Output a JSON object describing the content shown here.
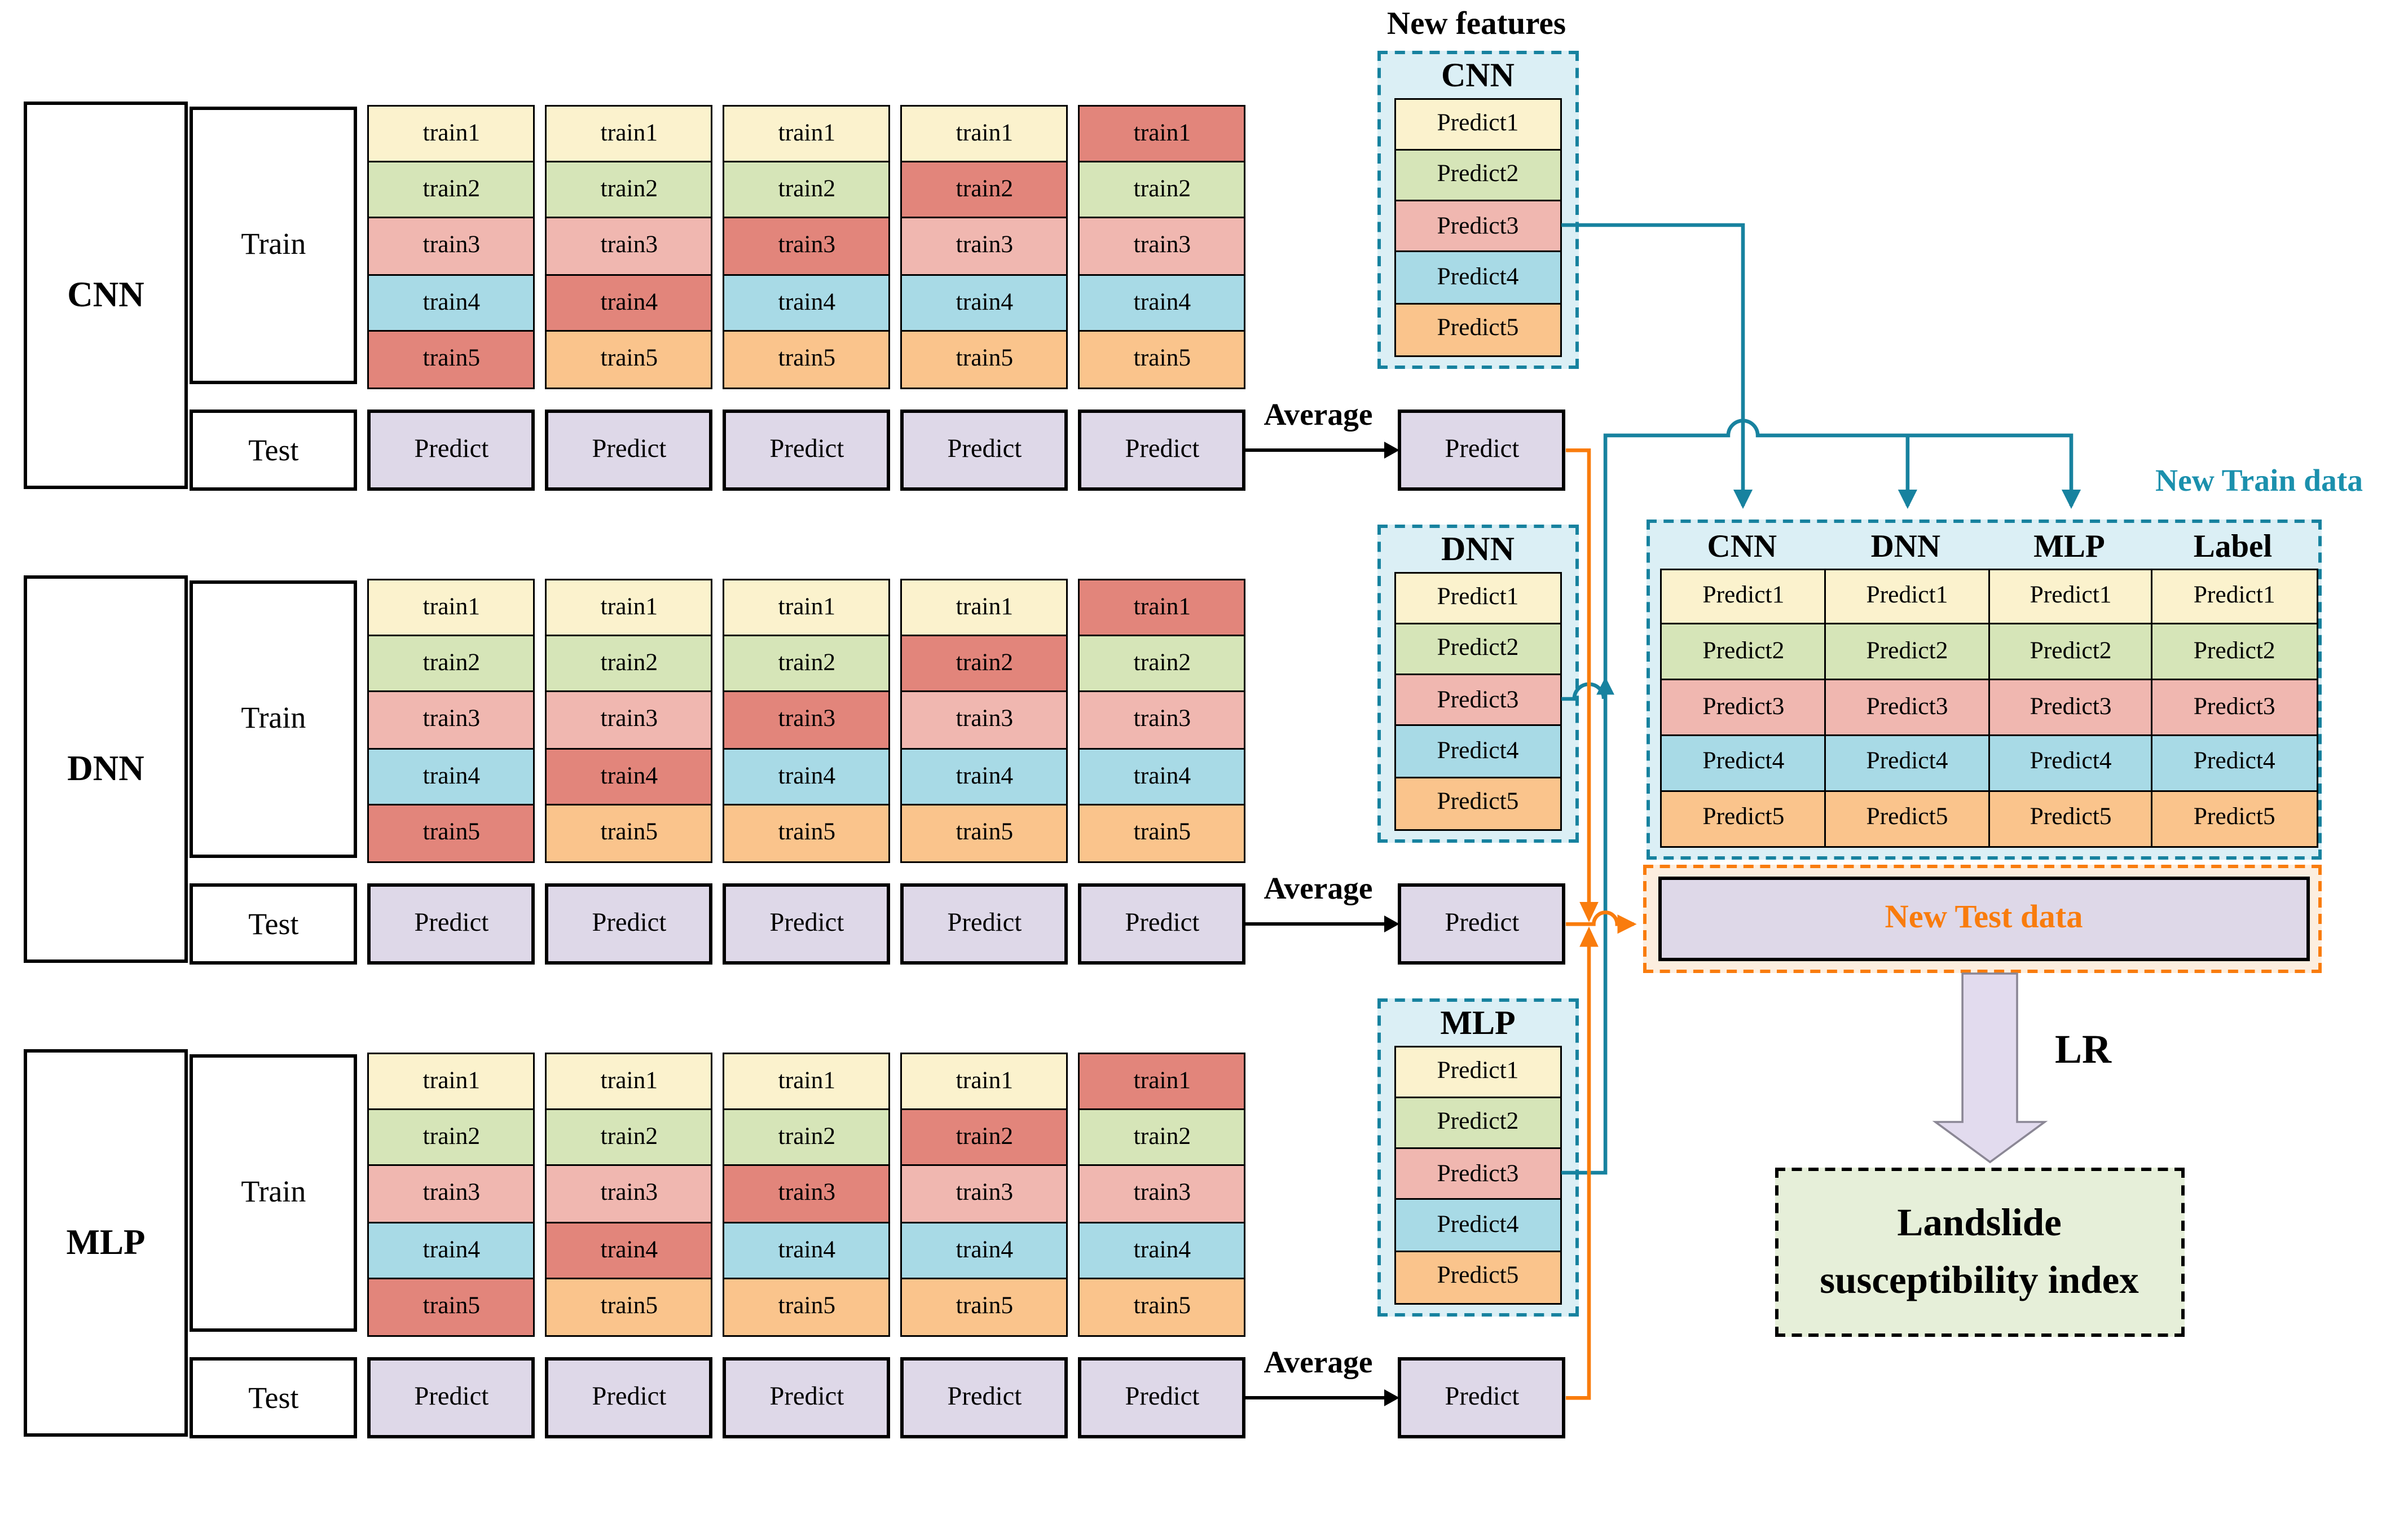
{
  "colors": {
    "teal_line": "#17829F",
    "teal_text": "#1B90AD",
    "orange": "#F97C0D",
    "panel_fill": "#DBEFF5",
    "predict_purple": "#DED8E8",
    "new_test_outer_fill": "#FCEEDF",
    "landslide_fill": "#E6EFD9",
    "lr_arrow_fill": "#E2DBEE",
    "lr_arrow_stroke": "#8B8795",
    "fold1": "#FBF2CD",
    "fold2": "#D6E5B8",
    "fold3": "#F0B7B0",
    "fold4": "#A8DAE6",
    "fold5": "#FAC48C",
    "fold_highlight": "#E2857B"
  },
  "average_label": "Average",
  "predict_label": "Predict",
  "predict_row_plain": [
    "Predict",
    "Predict",
    "Predict",
    "Predict",
    "Predict"
  ],
  "models": [
    {
      "name": "CNN",
      "train_label": "Train",
      "test_label": "Test"
    },
    {
      "name": "DNN",
      "train_label": "Train",
      "test_label": "Test"
    },
    {
      "name": "MLP",
      "train_label": "Train",
      "test_label": "Test"
    }
  ],
  "fold_columns": [
    {
      "cells": [
        {
          "label": "train1",
          "color": "#FBF2CD"
        },
        {
          "label": "train2",
          "color": "#D6E5B8"
        },
        {
          "label": "train3",
          "color": "#F0B7B0"
        },
        {
          "label": "train4",
          "color": "#A8DAE6"
        },
        {
          "label": "train5",
          "color": "#E2857B"
        }
      ]
    },
    {
      "cells": [
        {
          "label": "train1",
          "color": "#FBF2CD"
        },
        {
          "label": "train2",
          "color": "#D6E5B8"
        },
        {
          "label": "train3",
          "color": "#F0B7B0"
        },
        {
          "label": "train4",
          "color": "#E2857B"
        },
        {
          "label": "train5",
          "color": "#FAC48C"
        }
      ]
    },
    {
      "cells": [
        {
          "label": "train1",
          "color": "#FBF2CD"
        },
        {
          "label": "train2",
          "color": "#D6E5B8"
        },
        {
          "label": "train3",
          "color": "#E2857B"
        },
        {
          "label": "train4",
          "color": "#A8DAE6"
        },
        {
          "label": "train5",
          "color": "#FAC48C"
        }
      ]
    },
    {
      "cells": [
        {
          "label": "train1",
          "color": "#FBF2CD"
        },
        {
          "label": "train2",
          "color": "#E2857B"
        },
        {
          "label": "train3",
          "color": "#F0B7B0"
        },
        {
          "label": "train4",
          "color": "#A8DAE6"
        },
        {
          "label": "train5",
          "color": "#FAC48C"
        }
      ]
    },
    {
      "cells": [
        {
          "label": "train1",
          "color": "#E2857B"
        },
        {
          "label": "train2",
          "color": "#D6E5B8"
        },
        {
          "label": "train3",
          "color": "#F0B7B0"
        },
        {
          "label": "train4",
          "color": "#A8DAE6"
        },
        {
          "label": "train5",
          "color": "#FAC48C"
        }
      ]
    }
  ],
  "predict_rows": [
    {
      "label": "Predict1",
      "color": "#FBF2CD"
    },
    {
      "label": "Predict2",
      "color": "#D6E5B8"
    },
    {
      "label": "Predict3",
      "color": "#F0B7B0"
    },
    {
      "label": "Predict4",
      "color": "#A8DAE6"
    },
    {
      "label": "Predict5",
      "color": "#FAC48C"
    }
  ],
  "new_features": {
    "title": "New features",
    "boxes": [
      {
        "model": "CNN"
      },
      {
        "model": "DNN"
      },
      {
        "model": "MLP"
      }
    ]
  },
  "new_train_data": {
    "label": "New Train data",
    "columns": [
      "CNN",
      "DNN",
      "MLP",
      "Label"
    ]
  },
  "new_test_data": {
    "label": "New Test data"
  },
  "lr_label": "LR",
  "output": {
    "line1": "Landslide",
    "line2": "susceptibility index"
  }
}
